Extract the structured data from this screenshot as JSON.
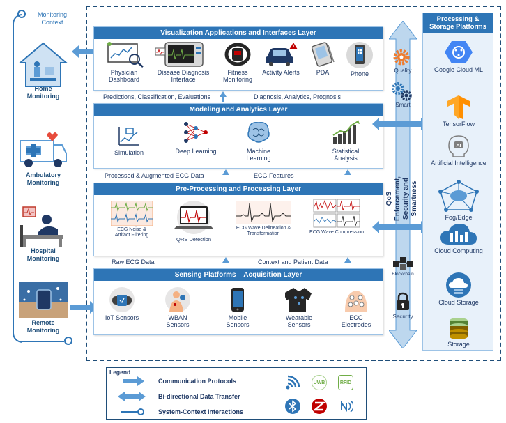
{
  "context": {
    "title": "Monitoring Context",
    "items": [
      {
        "label": "Home Monitoring",
        "icon": "home-icon"
      },
      {
        "label": "Ambulatory Monitoring",
        "icon": "ambulance-icon"
      },
      {
        "label": "Hospital Monitoring",
        "icon": "hospital-bed-icon"
      },
      {
        "label": "Remote Monitoring",
        "icon": "remote-device-icon"
      }
    ]
  },
  "layers": {
    "visualization": {
      "title": "Visualization  Applications and Interfaces Layer",
      "components": [
        "Physician Dashboard",
        "Disease Diagnosis Interface",
        "Fitness Monitoring",
        "Activity Alerts",
        "PDA",
        "Phone"
      ]
    },
    "modeling": {
      "title": "Modeling and Analytics Layer",
      "components": [
        "Simulation",
        "Deep Learning",
        "Machine Learning",
        "Statistical Analysis"
      ]
    },
    "preprocessing": {
      "title": "Pre-Processing and Processing Layer",
      "components": [
        "ECG Noise & Artifact Filtering",
        "QRS Detection",
        "ECG Wave Delineation & Transformation",
        "ECG Wave Compression"
      ]
    },
    "sensing": {
      "title": "Sensing Platforms – Acquisition Layer",
      "components": [
        "IoT Sensors",
        "WBAN Sensors",
        "Mobile Sensors",
        "Wearable Sensors",
        "ECG Electrodes"
      ]
    }
  },
  "flows": {
    "predictions": "Predictions, Classification, Evaluations",
    "diagnosis": "Diagnosis, Analytics, Prognosis",
    "processed": "Processed & Augmented  ECG Data",
    "features": "ECG Features",
    "raw": "Raw ECG Data",
    "context": "Context and Patient Data"
  },
  "qos": {
    "title": "QoS Enforcement, Security and Smartness",
    "items": [
      "Quality",
      "Smart",
      "Blockchain",
      "Security"
    ]
  },
  "processing": {
    "title": "Processing & Storage Platforms",
    "items": [
      "Google Cloud ML",
      "TensorFlow",
      "Artificial Intelligence",
      "Fog/Edge",
      "Cloud Computing",
      "Cloud Storage",
      "Storage"
    ]
  },
  "legend": {
    "title": "Legend",
    "items": [
      "Communication Protocols",
      "Bi-directional Data Transfer",
      "System-Context Interactions"
    ],
    "protocols": [
      "Wi-Fi",
      "UWB",
      "RFID",
      "Bluetooth",
      "ZigBee",
      "NFC"
    ],
    "protocol_labels": {
      "uwb": "UWB",
      "rfid": "RFID"
    }
  },
  "colors": {
    "accent": "#2e75b6",
    "arrow": "#5b9bd5",
    "frame": "#1f4e79",
    "text": "#1f3864"
  }
}
